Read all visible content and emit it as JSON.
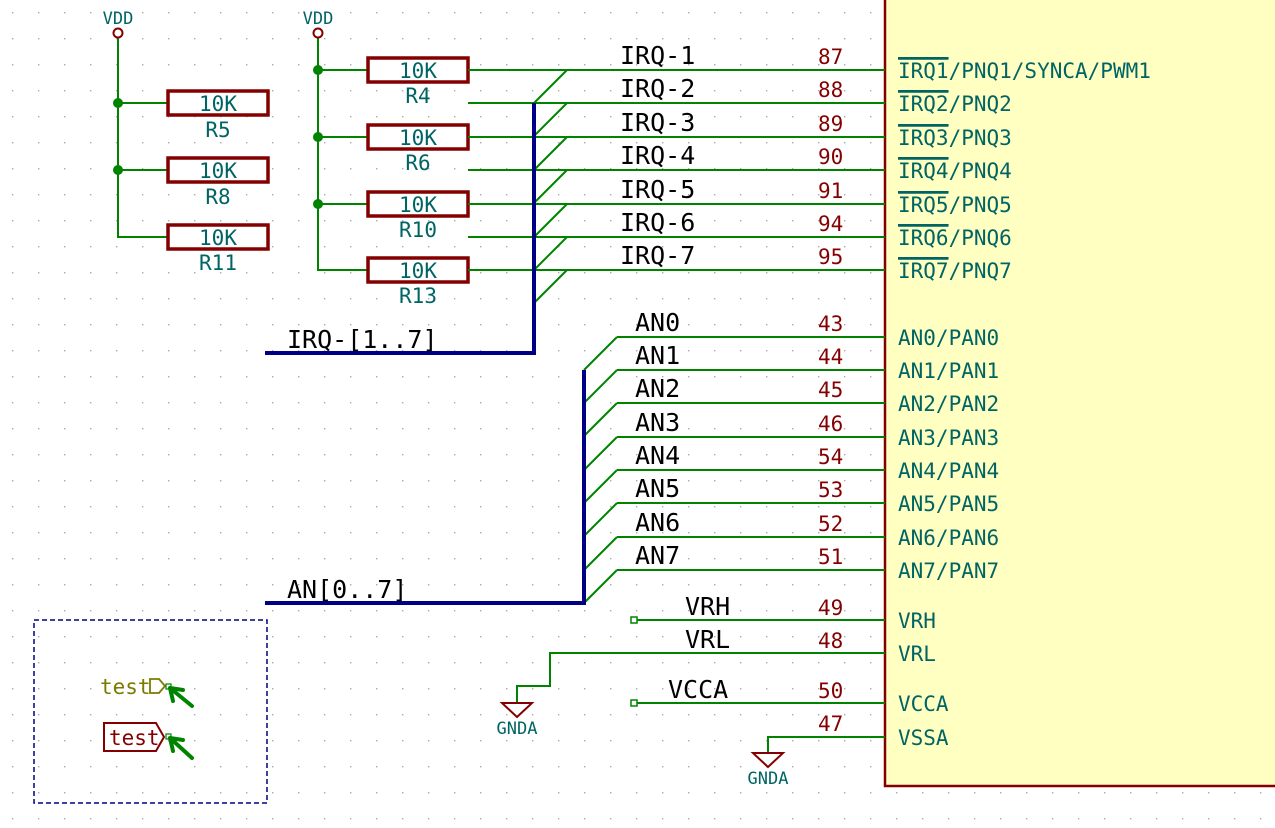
{
  "colors": {
    "wire": "#008400",
    "bus": "#000084",
    "resistor": "#840000",
    "text_teal": "#006464",
    "text_dark": "#000000",
    "pin_number": "#840000",
    "ic_fill": "#ffffc2",
    "junction": "#008400",
    "label_olive": "#7b7b00",
    "sheet_border": "#000084",
    "grid": "#aaaaaa"
  },
  "power": {
    "vdd_left": "VDD",
    "vdd_right": "VDD",
    "gnda_left": "GNDA",
    "gnda_right": "GNDA"
  },
  "resistors": [
    {
      "ref": "R4",
      "value": "10K"
    },
    {
      "ref": "R5",
      "value": "10K"
    },
    {
      "ref": "R6",
      "value": "10K"
    },
    {
      "ref": "R8",
      "value": "10K"
    },
    {
      "ref": "R10",
      "value": "10K"
    },
    {
      "ref": "R11",
      "value": "10K"
    },
    {
      "ref": "R13",
      "value": "10K"
    }
  ],
  "irq_bus_label": "IRQ-[1..7]",
  "an_bus_label": "AN[0..7]",
  "irq_nets": [
    {
      "net": "IRQ-1",
      "pin": "87",
      "name_bar": "IRQ1",
      "name_rest": "/PNQ1/SYNCA/PWM1"
    },
    {
      "net": "IRQ-2",
      "pin": "88",
      "name_bar": "IRQ2",
      "name_rest": "/PNQ2"
    },
    {
      "net": "IRQ-3",
      "pin": "89",
      "name_bar": "IRQ3",
      "name_rest": "/PNQ3"
    },
    {
      "net": "IRQ-4",
      "pin": "90",
      "name_bar": "IRQ4",
      "name_rest": "/PNQ4"
    },
    {
      "net": "IRQ-5",
      "pin": "91",
      "name_bar": "IRQ5",
      "name_rest": "/PNQ5"
    },
    {
      "net": "IRQ-6",
      "pin": "94",
      "name_bar": "IRQ6",
      "name_rest": "/PNQ6"
    },
    {
      "net": "IRQ-7",
      "pin": "95",
      "name_bar": "IRQ7",
      "name_rest": "/PNQ7"
    }
  ],
  "an_nets": [
    {
      "net": "AN0",
      "pin": "43",
      "name": "AN0/PAN0"
    },
    {
      "net": "AN1",
      "pin": "44",
      "name": "AN1/PAN1"
    },
    {
      "net": "AN2",
      "pin": "45",
      "name": "AN2/PAN2"
    },
    {
      "net": "AN3",
      "pin": "46",
      "name": "AN3/PAN3"
    },
    {
      "net": "AN4",
      "pin": "54",
      "name": "AN4/PAN4"
    },
    {
      "net": "AN5",
      "pin": "53",
      "name": "AN5/PAN5"
    },
    {
      "net": "AN6",
      "pin": "52",
      "name": "AN6/PAN6"
    },
    {
      "net": "AN7",
      "pin": "51",
      "name": "AN7/PAN7"
    }
  ],
  "analog_power": [
    {
      "net": "VRH",
      "pin": "49",
      "name": "VRH"
    },
    {
      "net": "VRL",
      "pin": "48",
      "name": "VRL"
    },
    {
      "net": "VCCA",
      "pin": "50",
      "name": "VCCA"
    },
    {
      "net": "",
      "pin": "47",
      "name": "VSSA"
    }
  ],
  "test_labels": {
    "global": "test",
    "hierarchical": "test"
  }
}
